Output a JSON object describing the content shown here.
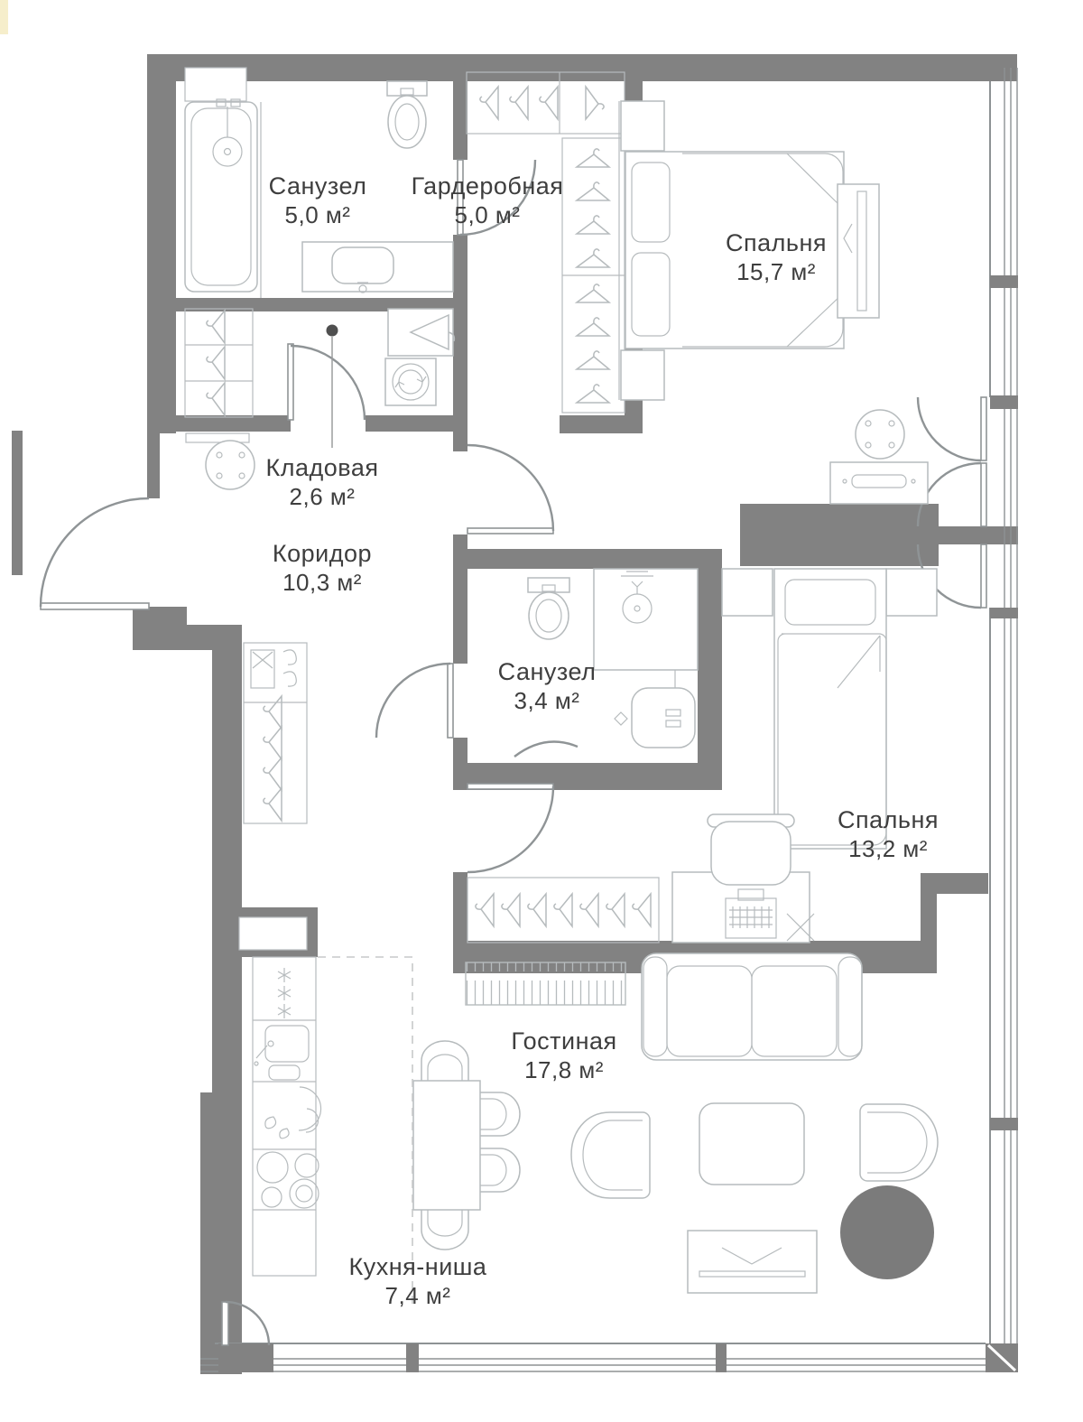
{
  "colors": {
    "wall": "#828282",
    "line": "#b6bbbd",
    "winline": "#8d9294",
    "text": "#3e3e3e",
    "accent": "#7b7b7b"
  },
  "rooms": [
    {
      "id": "bathroom-1",
      "name": "Санузел",
      "area": "5,0 м²"
    },
    {
      "id": "wardrobe",
      "name": "Гардеробная",
      "area": "5,0 м²"
    },
    {
      "id": "bedroom-1",
      "name": "Спальня",
      "area": "15,7 м²"
    },
    {
      "id": "storage",
      "name": "Кладовая",
      "area": "2,6 м²"
    },
    {
      "id": "corridor",
      "name": "Коридор",
      "area": "10,3 м²"
    },
    {
      "id": "bathroom-2",
      "name": "Санузел",
      "area": "3,4 м²"
    },
    {
      "id": "bedroom-2",
      "name": "Спальня",
      "area": "13,2 м²"
    },
    {
      "id": "living-room",
      "name": "Гостиная",
      "area": "17,8 м²"
    },
    {
      "id": "kitchen",
      "name": "Кухня-ниша",
      "area": "7,4 м²"
    }
  ]
}
